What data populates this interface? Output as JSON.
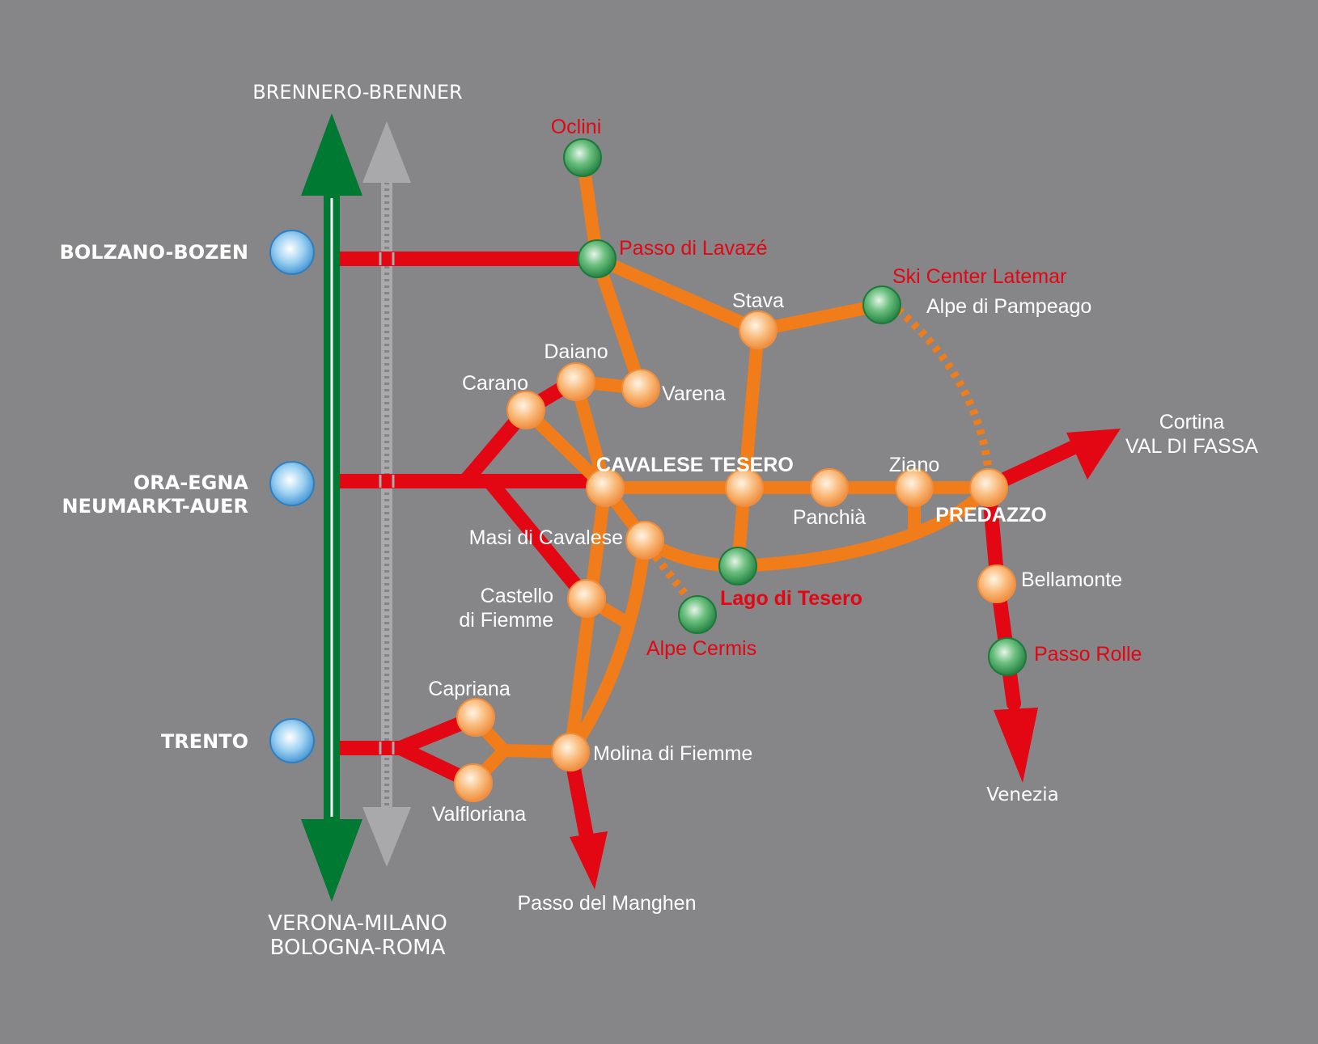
{
  "colors": {
    "background": "#868587",
    "main_road": "#e30613",
    "secondary_road": "#f07c1a",
    "highway": "#007a33",
    "railway": "#a9a9ab",
    "town_node": "#f6a55f",
    "pass_node": "#2f9a52",
    "city_node": "#4aa3df",
    "label_white": "#ffffff",
    "label_red": "#e30613"
  },
  "corridor": {
    "north": "BRENNERO-BRENNER",
    "south_line1": "VERONA-MILANO",
    "south_line2": "BOLOGNA-ROMA"
  },
  "cities": {
    "bolzano": "BOLZANO-BOZEN",
    "ora_line1": "ORA-EGNA",
    "ora_line2": "NEUMARKT-AUER",
    "trento": "TRENTO"
  },
  "places": {
    "oclini": "Oclini",
    "passo_lavaze": "Passo di Lavazé",
    "ski_center": "Ski Center Latemar",
    "alpe_pampeago": "Alpe di Pampeago",
    "stava": "Stava",
    "daiano": "Daiano",
    "carano": "Carano",
    "varena": "Varena",
    "cavalese": "CAVALESE",
    "tesero": "TESERO",
    "ziano": "Ziano",
    "panchia": "Panchià",
    "predazzo": "PREDAZZO",
    "masi": "Masi di Cavalese",
    "castello_line1": "Castello",
    "castello_line2": "di Fiemme",
    "lago_tesero": "Lago di Tesero",
    "alpe_cermis": "Alpe Cermis",
    "bellamonte": "Bellamonte",
    "passo_rolle": "Passo Rolle",
    "capriana": "Capriana",
    "valfloriana": "Valfloriana",
    "molina": "Molina di Fiemme"
  },
  "destinations": {
    "cortina": "Cortina",
    "val_di_fassa": "VAL DI FASSA",
    "venezia": "Venezia",
    "passo_manghen": "Passo del Manghen"
  }
}
